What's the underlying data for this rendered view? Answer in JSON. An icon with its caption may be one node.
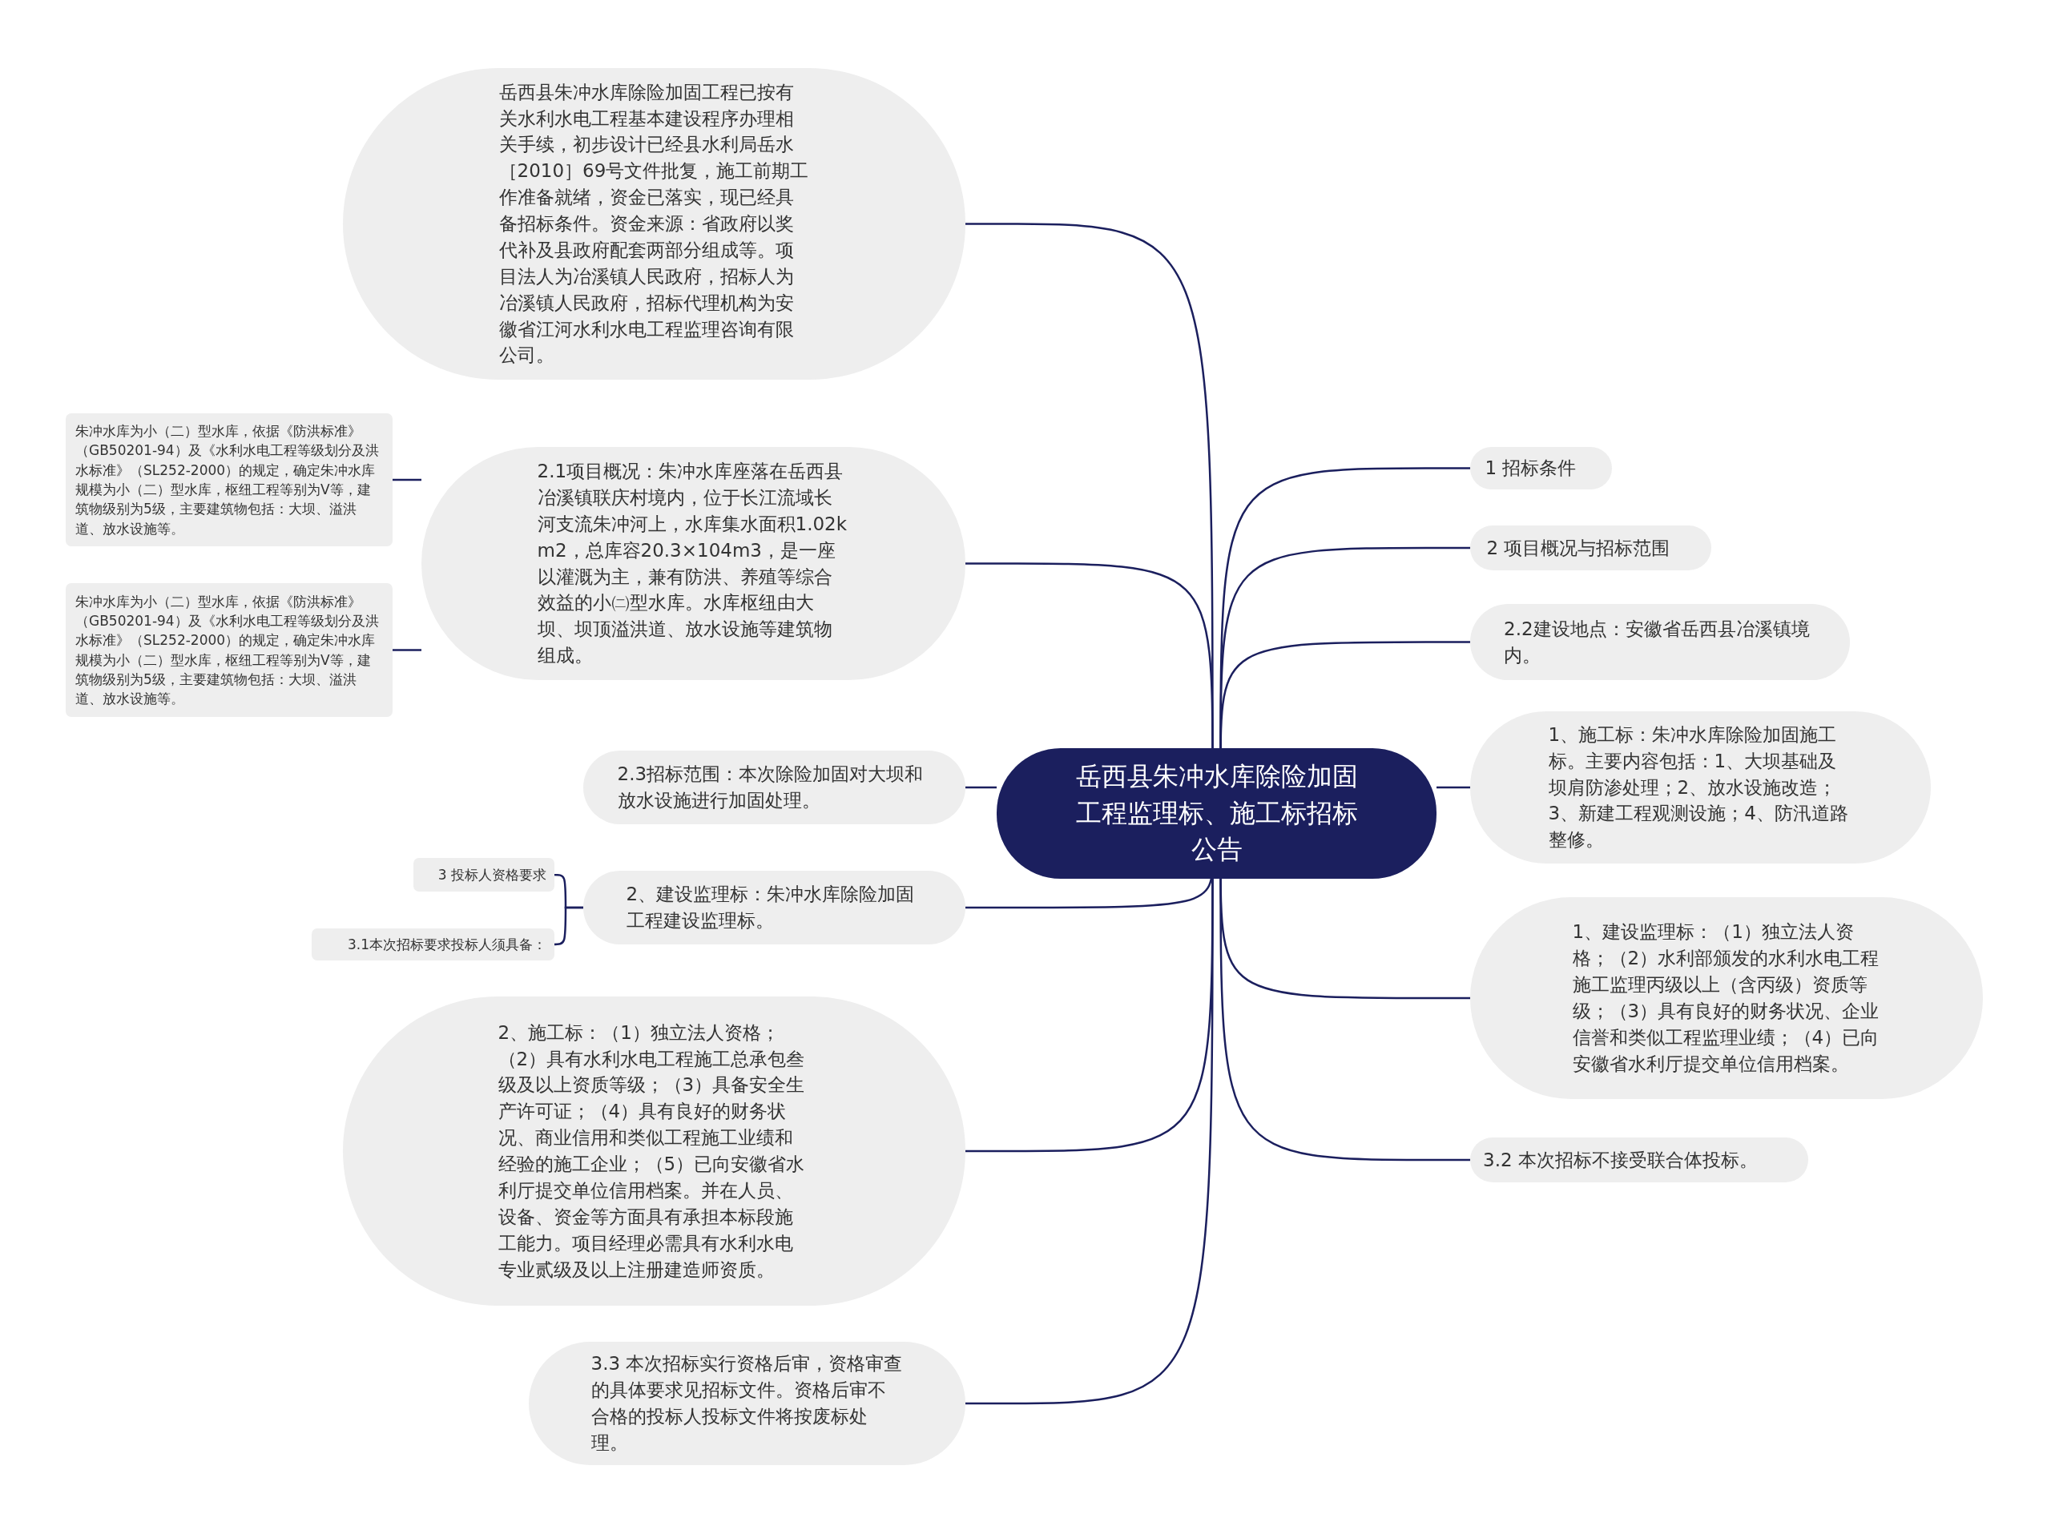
{
  "diagram": {
    "nodes": [
      {
        "text": [
          "岳西县朱冲水库除险加固工程监理标、施工标招标公告"
        ]
      },
      {
        "text": [
          "1 招标条件"
        ]
      },
      {
        "text": [
          "2 项目概况与招标范围"
        ]
      },
      {
        "text": [
          "2.2建设地点：安徽省岳西县冶溪镇境内。"
        ]
      },
      {
        "text": [
          "1、施工标：朱冲水库除险加固施工标。主要内容包括：1、大坝基础及坝肩防渗处理；2、放水设施改造；3、新建工程观测设施；4、防汛道路整修。"
        ]
      },
      {
        "text": [
          "1、建设监理标：（1）独立法人资格；（2）水利部颁发的水利水电工程施工监理丙级以上（含丙级）资质等级；（3）具有良好的财务状况、企业信誉和类似工程监理业绩；（4）已向安徽省水利厅提交单位信用档案。"
        ]
      },
      {
        "text": [
          "3.2 本次招标不接受联合体投标。"
        ]
      },
      {
        "text": [
          "岳西县朱冲水库除险加固工程已按有关水利水电工程基本建设程序办理相关手续，初步设计已经县水利局岳水［2010］69号文件批复，施工前期工作准备就绪，资金已落实，现已经具备招标条件。资金来源：省政府以奖代补及县政府配套两部分组成等。项目法人为冶溪镇人民政府，招标人为冶溪镇人民政府，招标代理机构为安徽省江河水利水电工程监理咨询有限公司。"
        ]
      },
      {
        "text": [
          "2.1项目概况：朱冲水库座落在岳西县冶溪镇联庆村境内，位于长江流域长河支流朱冲河上，水库集水面积1.02km2，总库容20.3×104m3，是一座以灌溉为主，兼有防洪、养殖等综合效益的小㈡型水库。水库枢纽由大坝、坝顶溢洪道、放水设施等建筑物组成。"
        ]
      },
      {
        "text": [
          "朱冲水库为小（二）型水库，依据《防洪标准》（GB50201-94）及《水利水电工程等级划分及洪水标准》（SL252-2000）的规定，确定朱冲水库规模为小（二）型水库，枢纽工程等别为Ⅴ等，建筑物级别为5级，主要建筑物包括：大坝、溢洪道、放水设施等。"
        ]
      },
      {
        "text": [
          "朱冲水库为小（二）型水库，依据《防洪标准》（GB50201-94）及《水利水电工程等级划分及洪水标准》（SL252-2000）的规定，确定朱冲水库规模为小（二）型水库，枢纽工程等别为Ⅴ等，建筑物级别为5级，主要建筑物包括：大坝、溢洪道、放水设施等。"
        ]
      },
      {
        "text": [
          "2.3招标范围：本次除险加固对大坝和放水设施进行加固处理。"
        ]
      },
      {
        "text": [
          "2、建设监理标：朱冲水库除险加固工程建设监理标。"
        ]
      },
      {
        "text": [
          "3 投标人资格要求"
        ]
      },
      {
        "text": [
          "3.1本次招标要求投标人须具备："
        ]
      },
      {
        "text": [
          "2、施工标：（1）独立法人资格；（2）具有水利水电工程施工总承包叁级及以上资质等级；（3）具备安全生产许可证；（4）具有良好的财务状况、商业信用和类似工程施工业绩和经验的施工企业；（5）已向安徽省水利厅提交单位信用档案。并在人员、设备、资金等方面具有承担本标段施工能力。项目经理必需具有水利水电专业贰级及以上注册建造师资质。"
        ]
      },
      {
        "text": [
          "3.3 本次招标实行资格后审，资格审查的具体要求见招标文件。资格后审不合格的投标人投标文件将按废标处理。"
        ]
      }
    ],
    "edges": [
      {
        "from": 0,
        "to": 1,
        "arrow": "none"
      },
      {
        "from": 0,
        "to": 2,
        "arrow": "none"
      },
      {
        "from": 0,
        "to": 3,
        "arrow": "none"
      },
      {
        "from": 0,
        "to": 4,
        "arrow": "none"
      },
      {
        "from": 0,
        "to": 5,
        "arrow": "none"
      },
      {
        "from": 0,
        "to": 6,
        "arrow": "none"
      },
      {
        "from": 0,
        "to": 7,
        "arrow": "none"
      },
      {
        "from": 0,
        "to": 8,
        "arrow": "none"
      },
      {
        "from": 8,
        "to": 9,
        "arrow": "none"
      },
      {
        "from": 8,
        "to": 10,
        "arrow": "none"
      },
      {
        "from": 0,
        "to": 11,
        "arrow": "none"
      },
      {
        "from": 0,
        "to": 12,
        "arrow": "none"
      },
      {
        "from": 12,
        "to": 13,
        "arrow": "none"
      },
      {
        "from": 12,
        "to": 14,
        "arrow": "none"
      },
      {
        "from": 0,
        "to": 15,
        "arrow": "none"
      },
      {
        "from": 0,
        "to": 16,
        "arrow": "none"
      }
    ]
  }
}
